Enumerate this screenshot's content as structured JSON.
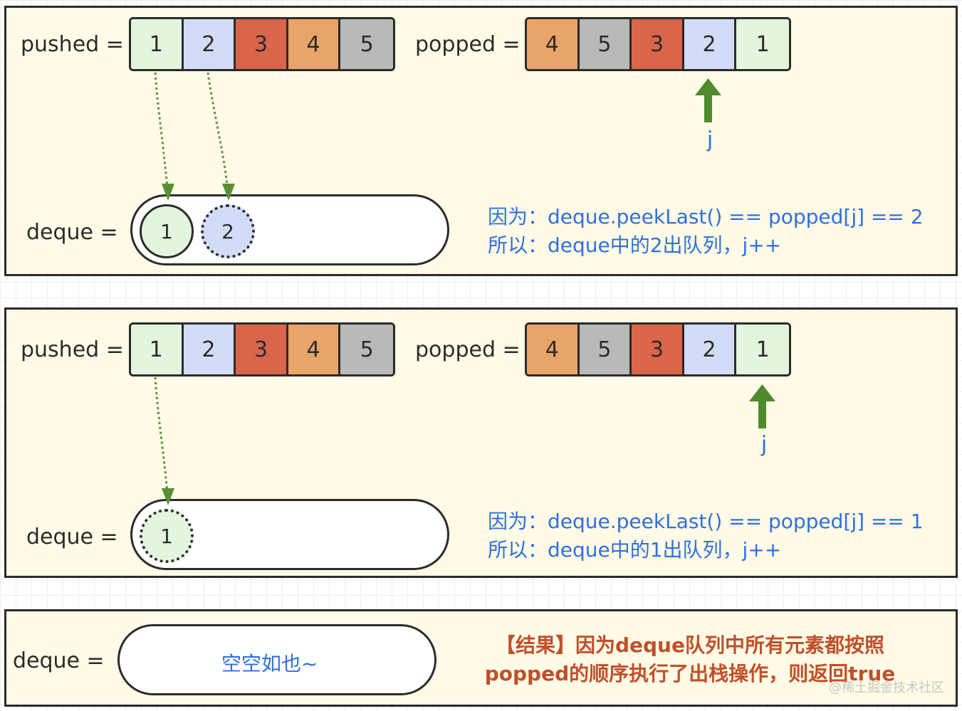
{
  "colors": {
    "green": "#e3f4df",
    "blue": "#d3dcf7",
    "red": "#d9654a",
    "orange": "#e9a469",
    "gray": "#b9b9b9",
    "arrow": "#5a8f36",
    "text_blue": "#2f6fe0",
    "text_red": "#c0502a",
    "panel_bg": "#fffbe6"
  },
  "panel1": {
    "pushed_label": "pushed =",
    "popped_label": "popped =",
    "deque_label": "deque =",
    "pushed": [
      {
        "value": "1",
        "color": "green"
      },
      {
        "value": "2",
        "color": "blue"
      },
      {
        "value": "3",
        "color": "red"
      },
      {
        "value": "4",
        "color": "orange"
      },
      {
        "value": "5",
        "color": "gray"
      }
    ],
    "popped": [
      {
        "value": "4",
        "color": "orange"
      },
      {
        "value": "5",
        "color": "gray"
      },
      {
        "value": "3",
        "color": "red"
      },
      {
        "value": "2",
        "color": "blue"
      },
      {
        "value": "1",
        "color": "green"
      }
    ],
    "deque_items": [
      {
        "value": "1",
        "color": "green",
        "style": "solid"
      },
      {
        "value": "2",
        "color": "blue",
        "style": "dotted"
      }
    ],
    "pointer_label": "j",
    "note_line1": "因为：deque.peekLast() == popped[j] == 2",
    "note_line2": "所以：deque中的2出队列，j++"
  },
  "panel2": {
    "pushed_label": "pushed =",
    "popped_label": "popped =",
    "deque_label": "deque =",
    "pushed": [
      {
        "value": "1",
        "color": "green"
      },
      {
        "value": "2",
        "color": "blue"
      },
      {
        "value": "3",
        "color": "red"
      },
      {
        "value": "4",
        "color": "orange"
      },
      {
        "value": "5",
        "color": "gray"
      }
    ],
    "popped": [
      {
        "value": "4",
        "color": "orange"
      },
      {
        "value": "5",
        "color": "gray"
      },
      {
        "value": "3",
        "color": "red"
      },
      {
        "value": "2",
        "color": "blue"
      },
      {
        "value": "1",
        "color": "green"
      }
    ],
    "deque_items": [
      {
        "value": "1",
        "color": "green",
        "style": "dotted"
      }
    ],
    "pointer_label": "j",
    "note_line1": "因为：deque.peekLast() == popped[j] == 1",
    "note_line2": "所以：deque中的1出队列，j++"
  },
  "panel3": {
    "deque_label": "deque =",
    "empty_text": "空空如也~",
    "result_line1": "【结果】因为deque队列中所有元素都按照",
    "result_line2": "popped的顺序执行了出栈操作，则返回true"
  },
  "watermark": "@稀土掘金技术社区"
}
